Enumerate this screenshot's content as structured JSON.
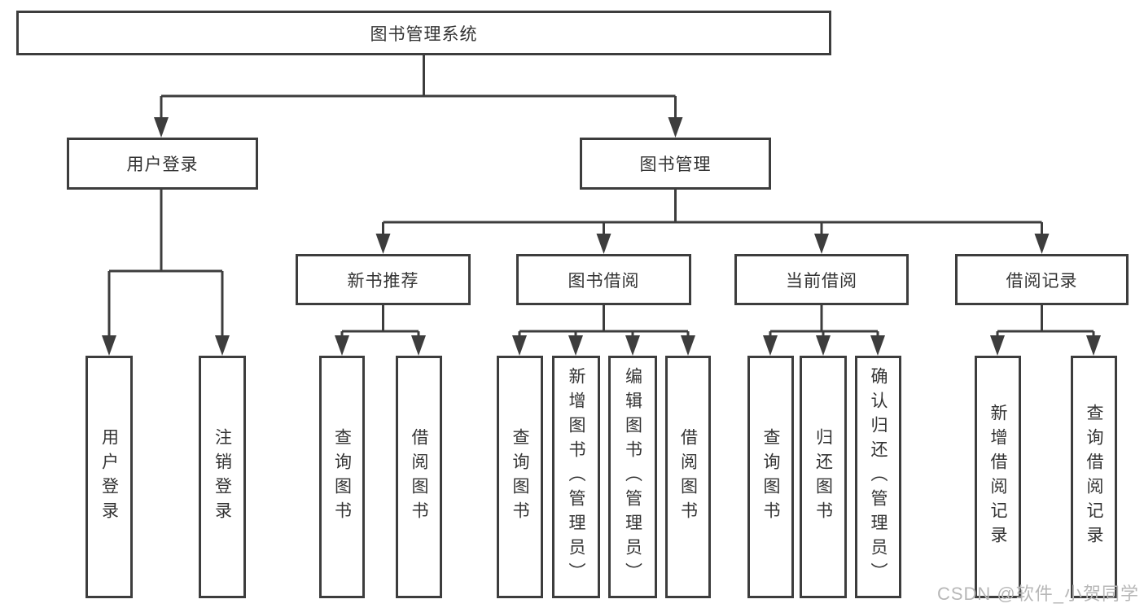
{
  "tree": {
    "root": {
      "label": "图书管理系统"
    },
    "branches": [
      {
        "label": "用户登录",
        "leaves": [
          {
            "label": "用户登录"
          },
          {
            "label": "注销登录"
          }
        ]
      },
      {
        "label": "图书管理",
        "children": [
          {
            "label": "新书推荐",
            "leaves": [
              {
                "label": "查询图书"
              },
              {
                "label": "借阅图书"
              }
            ]
          },
          {
            "label": "图书借阅",
            "leaves": [
              {
                "label": "查询图书"
              },
              {
                "label": "新增图书（管理员）"
              },
              {
                "label": "编辑图书（管理员）"
              },
              {
                "label": "借阅图书"
              }
            ]
          },
          {
            "label": "当前借阅",
            "leaves": [
              {
                "label": "查询图书"
              },
              {
                "label": "归还图书"
              },
              {
                "label": "确认归还（管理员）"
              }
            ]
          },
          {
            "label": "借阅记录",
            "leaves": [
              {
                "label": "新增借阅记录"
              },
              {
                "label": "查询借阅记录"
              }
            ]
          }
        ]
      }
    ]
  },
  "watermark": {
    "label": "CSDN @软件_小贺同学"
  },
  "colors": {
    "line": "#3d3d3d",
    "text": "#333333",
    "watermark": "#b7b7b7",
    "background": "#ffffff"
  }
}
